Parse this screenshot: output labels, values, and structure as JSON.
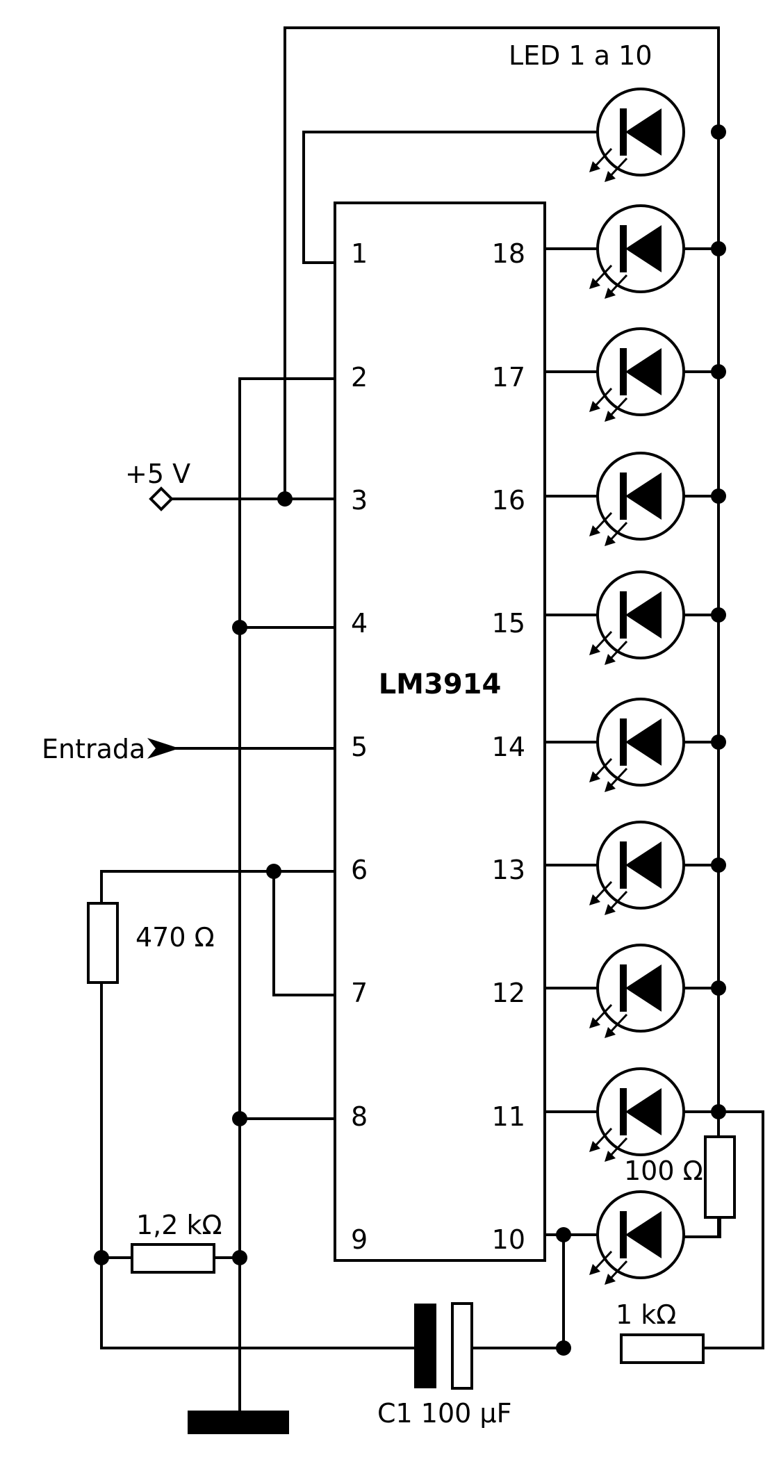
{
  "ic": {
    "name": "LM3914"
  },
  "pins_left": [
    "1",
    "2",
    "3",
    "4",
    "5",
    "6",
    "7",
    "8",
    "9"
  ],
  "pins_right": [
    "18",
    "17",
    "16",
    "15",
    "14",
    "13",
    "12",
    "11",
    "10"
  ],
  "labels": {
    "led_group": "LED 1 a 10",
    "supply": "+5 V",
    "input": "Entrada",
    "r_470": "470 Ω",
    "r_1k2": "1,2 kΩ",
    "r_100": "100 Ω",
    "r_1k": "1 kΩ",
    "c1": "C1 100 µF"
  }
}
